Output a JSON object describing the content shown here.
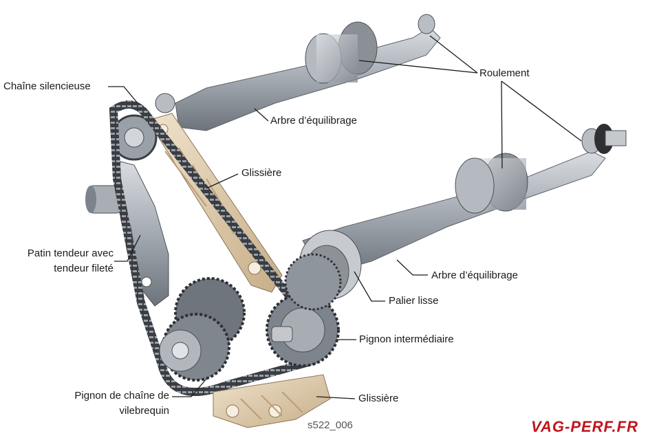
{
  "labels": {
    "chaine_silencieuse": "Chaîne silencieuse",
    "roulement": "Roulement",
    "arbre_equilibrage_top": "Arbre d’équilibrage",
    "glissiere_top": "Glissière",
    "patin_line1": "Patin tendeur avec",
    "patin_line2": "tendeur fileté",
    "arbre_equilibrage_bottom": "Arbre d’équilibrage",
    "palier_lisse": "Palier lisse",
    "pignon_intermediaire": "Pignon intermédiaire",
    "pignon_chaine_line1": "Pignon de chaîne de",
    "pignon_chaine_line2": "vilebrequin",
    "glissiere_bottom": "Glissière"
  },
  "caption": "s522_006",
  "logo": "VAG-PERF.FR"
}
